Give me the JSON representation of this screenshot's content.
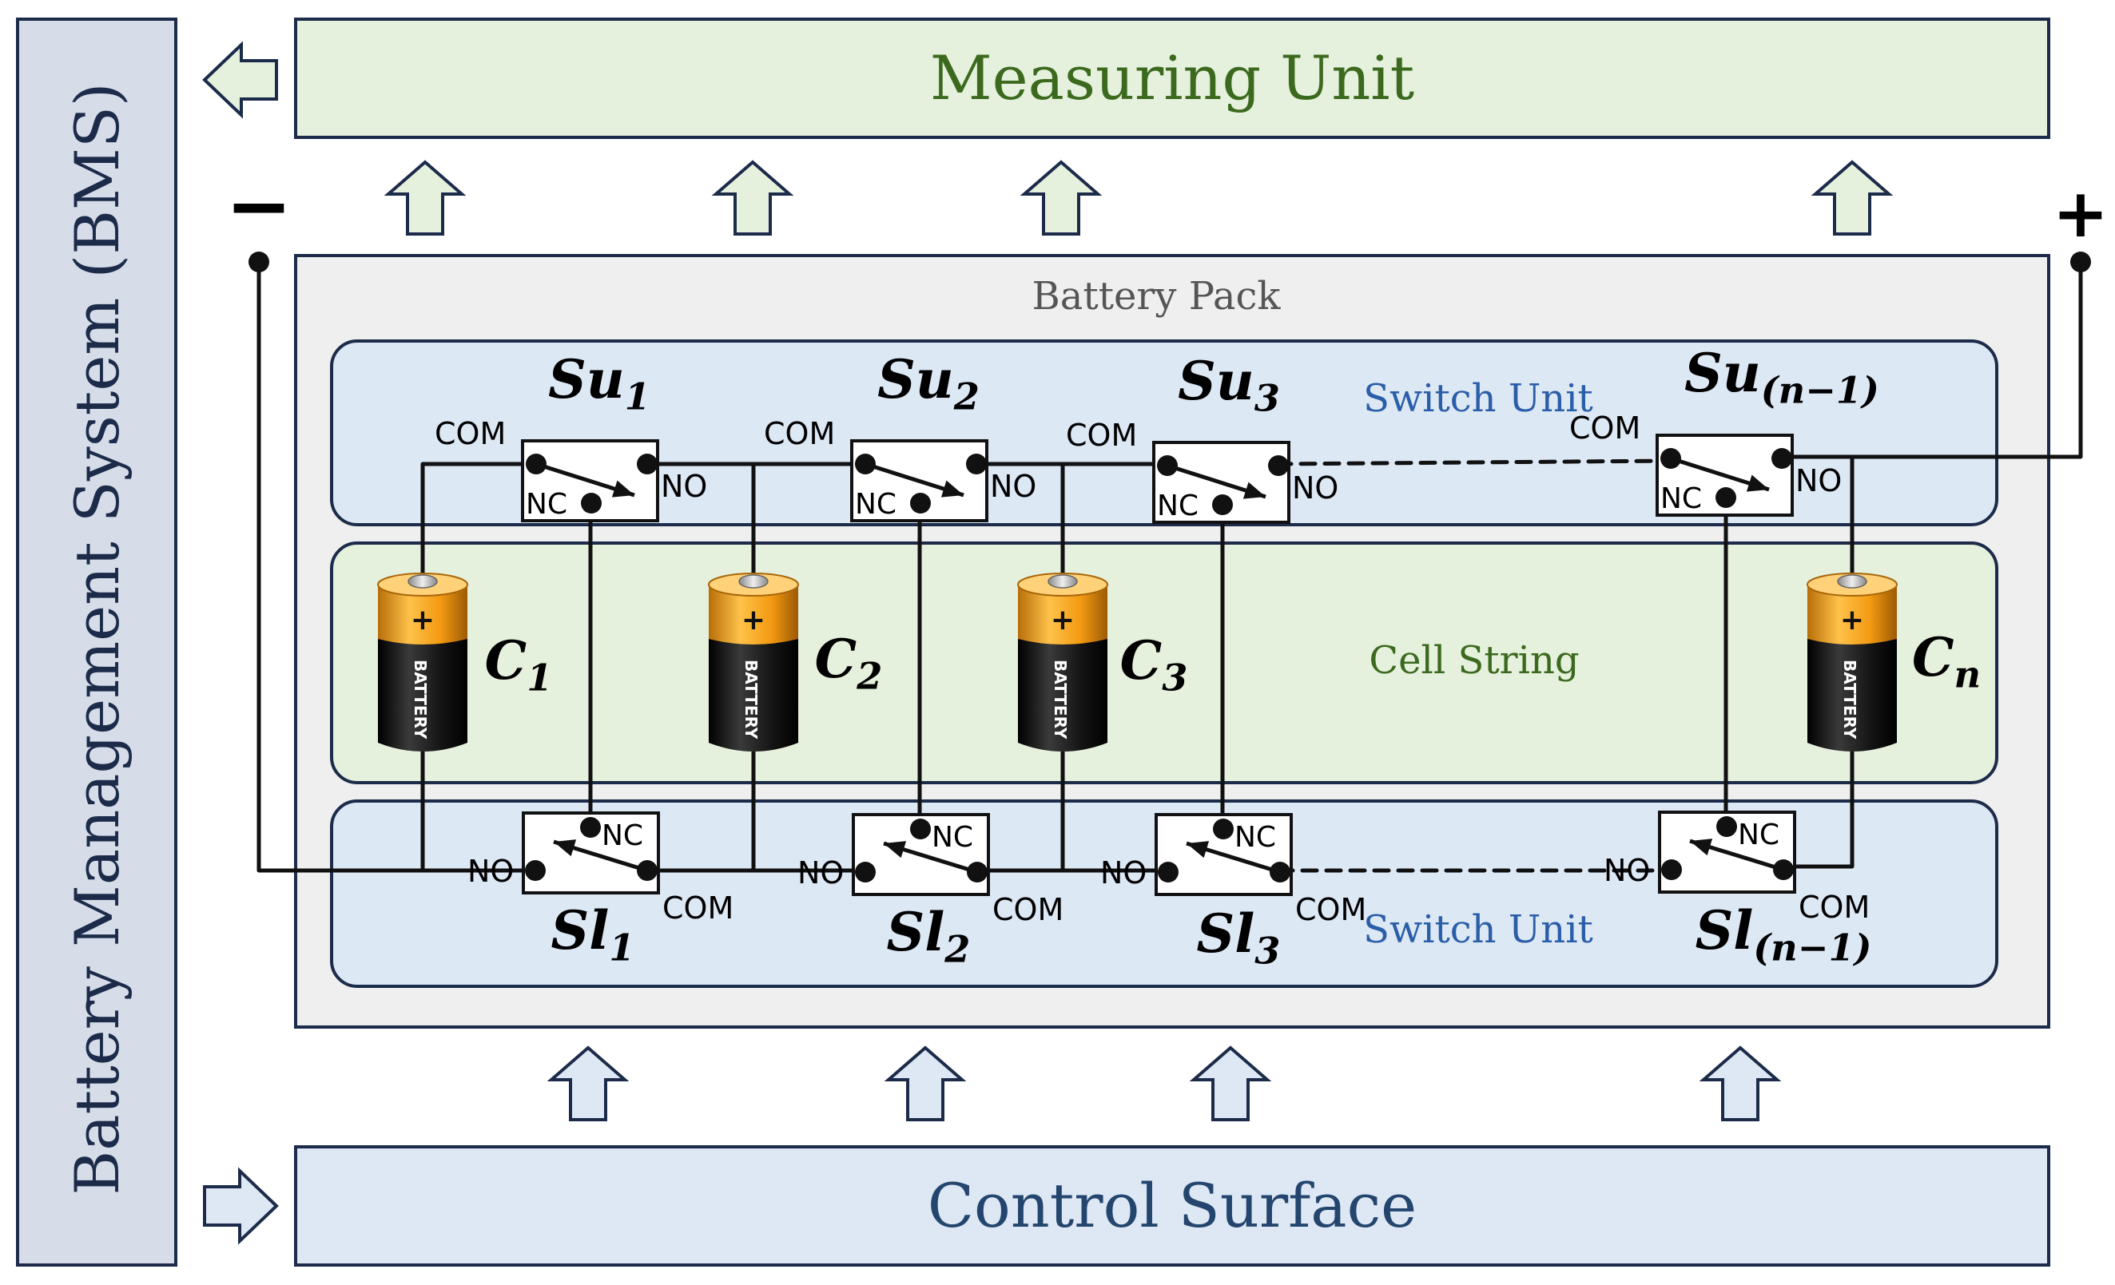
{
  "bms_label": "Battery Management System (BMS)",
  "measuring_unit_label": "Measuring Unit",
  "control_surface_label": "Control Surface",
  "battery_pack_label": "Battery Pack",
  "switch_unit_upper_label": "Switch Unit",
  "switch_unit_lower_label": "Switch Unit",
  "cell_string_label": "Cell String",
  "terminal_negative": "−",
  "terminal_positive": "+",
  "battery_text": "BATTERY",
  "battery_plus": "+",
  "pins": {
    "com": "COM",
    "nc": "NC",
    "no": "NO"
  },
  "upper_switches": [
    {
      "base": "Su",
      "sub": "1"
    },
    {
      "base": "Su",
      "sub": "2"
    },
    {
      "base": "Su",
      "sub": "3"
    },
    {
      "base": "Su",
      "sub": "(n−1)"
    }
  ],
  "lower_switches": [
    {
      "base": "Sl",
      "sub": "1"
    },
    {
      "base": "Sl",
      "sub": "2"
    },
    {
      "base": "Sl",
      "sub": "3"
    },
    {
      "base": "Sl",
      "sub": "(n−1)"
    }
  ],
  "cells": [
    {
      "base": "C",
      "sub": "1"
    },
    {
      "base": "C",
      "sub": "2"
    },
    {
      "base": "C",
      "sub": "3"
    },
    {
      "base": "C",
      "sub": "n"
    }
  ],
  "colors": {
    "outline": "#1c2b4a",
    "bms_fill": "#d6dce8",
    "measuring_fill": "#e5f0dd",
    "measuring_text": "#3b6a1e",
    "control_fill": "#dde8f4",
    "control_text": "#24466e",
    "pack_fill": "#efefef",
    "switch_unit_fill": "#dde8f5",
    "switch_unit_text": "#2a5ea8",
    "cell_string_fill": "#e5f0dd",
    "cell_string_text": "#3b6a1e",
    "battery_body": "#111111",
    "battery_cap": "#f0a020"
  }
}
